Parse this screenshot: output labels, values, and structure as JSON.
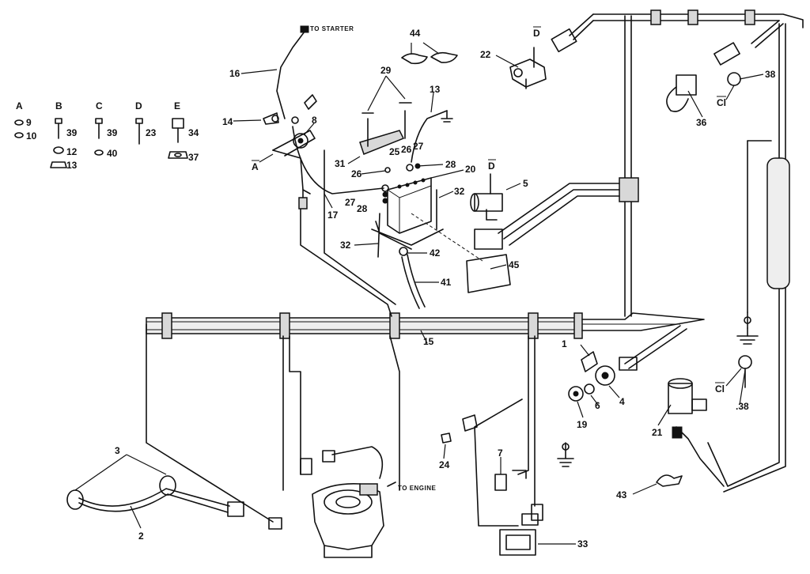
{
  "callouts": {
    "c1": "1",
    "c2": "2",
    "c3": "3",
    "c4": "4",
    "c5": "5",
    "c6": "6",
    "c7": "7",
    "c8": "8",
    "c13": "13",
    "c14": "14",
    "c15": "15",
    "c16": "16",
    "c17": "17",
    "c19": "19",
    "c20": "20",
    "c21": "21",
    "c22": "22",
    "c24": "24",
    "c25": "25",
    "c26": "26",
    "c26b": "26",
    "c27": "27",
    "c27b": "27",
    "c28": "28",
    "c28b": "28",
    "c29": "29",
    "c31": "31",
    "c32": "32",
    "c32b": "32",
    "c33": "33",
    "c36": "36",
    "c38": "38",
    "c38b": ".38",
    "c41": "41",
    "c42": "42",
    "c43": "43",
    "c44": "44",
    "c45": "45"
  },
  "ref_letters": {
    "a_main": "A",
    "a_bracket": "A",
    "cl_top": "Cl",
    "cl_bottom": "Cl",
    "d_top": "D",
    "d_mid": "D"
  },
  "hardware_key": {
    "col_a": {
      "letter": "A",
      "items": [
        "9",
        "10"
      ]
    },
    "col_b": {
      "letter": "B",
      "items": [
        "39",
        "12",
        "13"
      ]
    },
    "col_c": {
      "letter": "C",
      "items": [
        "39",
        "40"
      ]
    },
    "col_d": {
      "letter": "D",
      "items": [
        "23"
      ]
    },
    "col_e": {
      "letter": "E",
      "items": [
        "34",
        "37"
      ]
    }
  },
  "text_notes": {
    "to_starter": "TO STARTER",
    "to_engine": "TO ENGINE"
  }
}
